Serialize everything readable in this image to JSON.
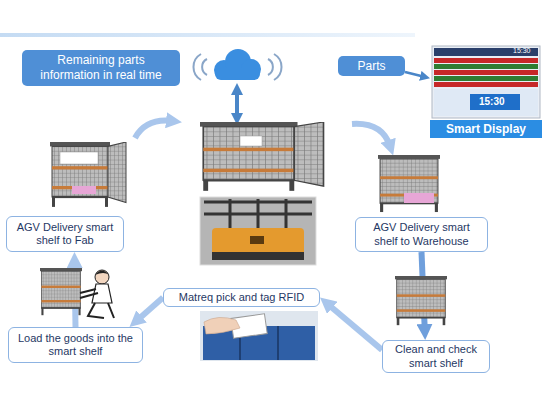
{
  "diagram": {
    "nodes": [
      {
        "text": [
          "Remaining parts information in real time"
        ]
      },
      {
        "text": [
          "Parts"
        ]
      },
      {
        "text": [
          "Smart Display"
        ]
      },
      {
        "text": [
          "AGV Delivery smart shelf to Warehouse"
        ]
      },
      {
        "text": [
          "Clean and check smart shelf"
        ]
      },
      {
        "text": [
          "Matreq pick and tag RFID"
        ]
      },
      {
        "text": [
          "Load the goods into the smart shelf"
        ]
      },
      {
        "text": [
          "AGV Delivery smart shelf to Fab"
        ]
      }
    ],
    "edges": [
      {
        "from": 1,
        "to": 2,
        "arrow": "to"
      },
      {
        "from": 3,
        "to": 4,
        "arrow": "to"
      },
      {
        "from": 4,
        "to": 5,
        "arrow": "to"
      },
      {
        "from": 5,
        "to": 6,
        "arrow": "to"
      },
      {
        "from": 6,
        "to": 7,
        "arrow": "to"
      }
    ],
    "labels": [
      "15:30",
      "15:30"
    ]
  }
}
